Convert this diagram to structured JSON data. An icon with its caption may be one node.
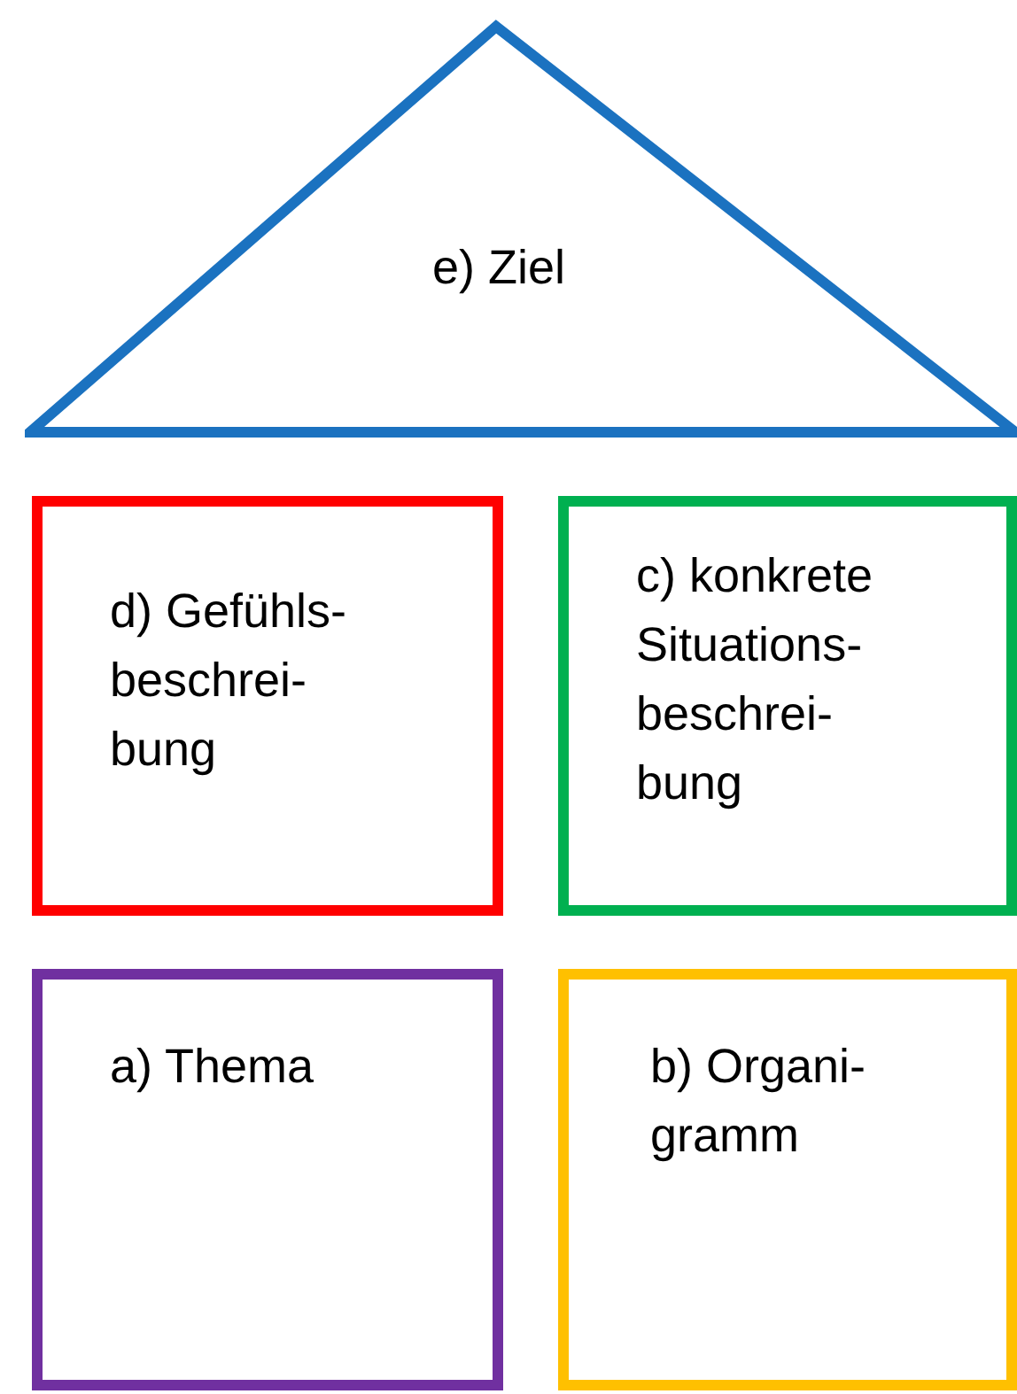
{
  "diagram": {
    "nodes": [
      {
        "text": [
          "e) Ziel"
        ]
      },
      {
        "text": [
          "d) Gefühls- beschrei- bung"
        ]
      },
      {
        "text": [
          "c) konkrete Situations- beschrei- bung"
        ]
      },
      {
        "text": [
          "a) Thema"
        ]
      },
      {
        "text": [
          "b) Organi- gramm"
        ]
      }
    ]
  }
}
